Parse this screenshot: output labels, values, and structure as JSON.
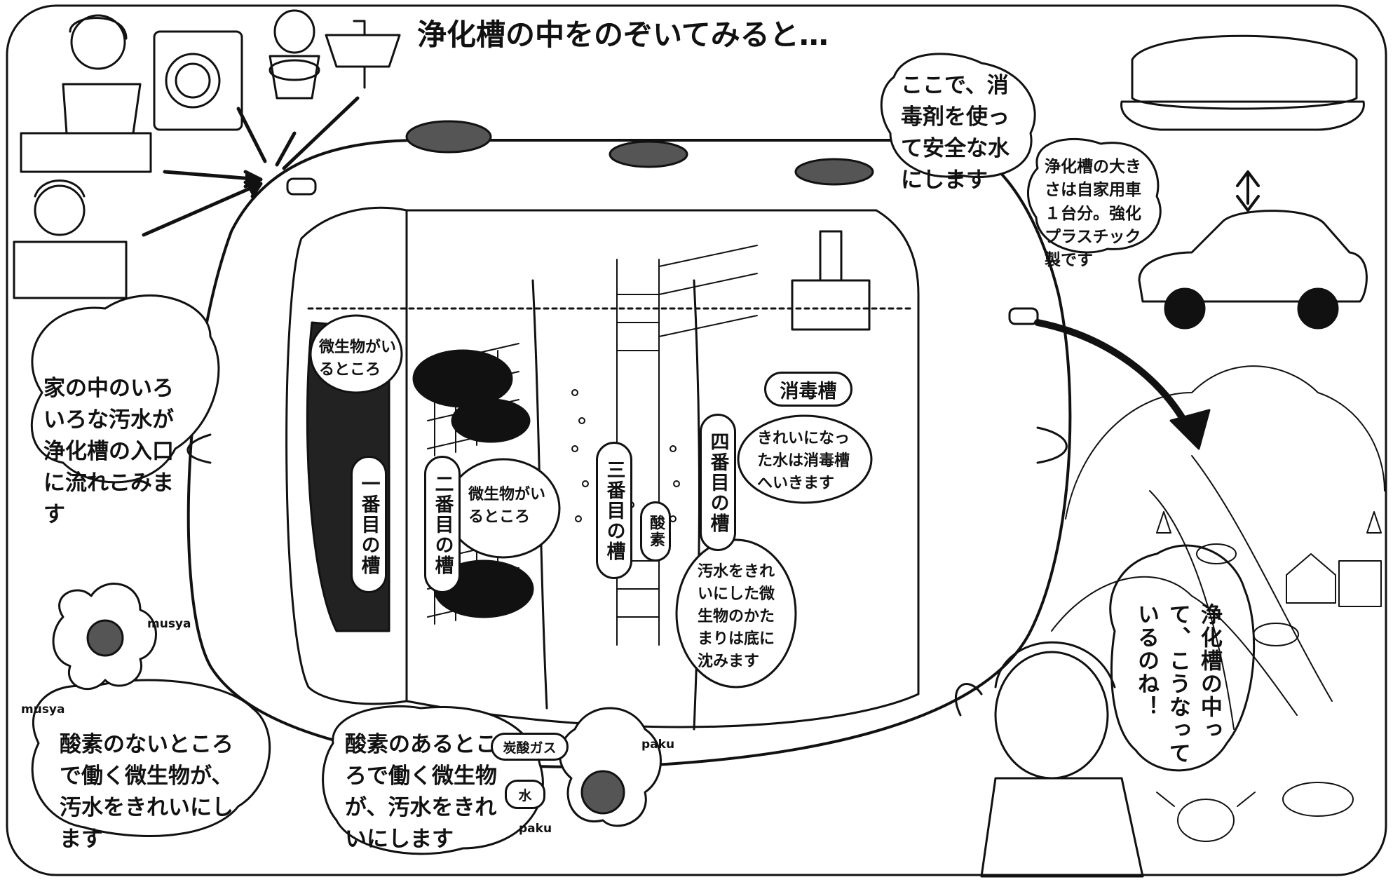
{
  "title": "浄化槽の中をのぞいてみると…",
  "bubbles": {
    "house_inlet": "家の中のいろいろな汚水が浄化槽の入口に流れこみます",
    "disinfectant": "ここで、消毒剤を使って安全な水にします",
    "tank_size": "浄化槽の大きさは自家用車１台分。強化プラスチック製です",
    "anaerobic": "酸素のないところで働く微生物が、汚水をきれいにします",
    "aerobic": "酸素のあるところで働く微生物が、汚水をきれいにします",
    "girl": "浄化槽の中って、こうなっているのね！"
  },
  "tank": {
    "chamber1": "一番目の槽",
    "chamber2": "二番目の槽",
    "chamber3": "三番目の槽",
    "chamber4": "四番目の槽",
    "disinfection_tank": "消毒槽",
    "microbes_here_1": "微生物がいるところ",
    "microbes_here_2": "微生物がいるところ",
    "oxygen": "酸素",
    "clean_water_note": "きれいになった水は消毒槽へいきます",
    "sludge_note": "汚水をきれいにした微生物のかたまりは底に沈みます"
  },
  "microbe_labels": {
    "musya_1": "musya",
    "musya_2": "musya",
    "paku_1": "paku",
    "paku_2": "paku",
    "co2": "炭酸ガス",
    "water": "水"
  },
  "icons": [
    "washing-machine-icon",
    "toilet-icon",
    "sink-icon",
    "car-icon",
    "fish-icon",
    "crab-icon",
    "house-icon",
    "tree-icon",
    "microbe-icon"
  ]
}
